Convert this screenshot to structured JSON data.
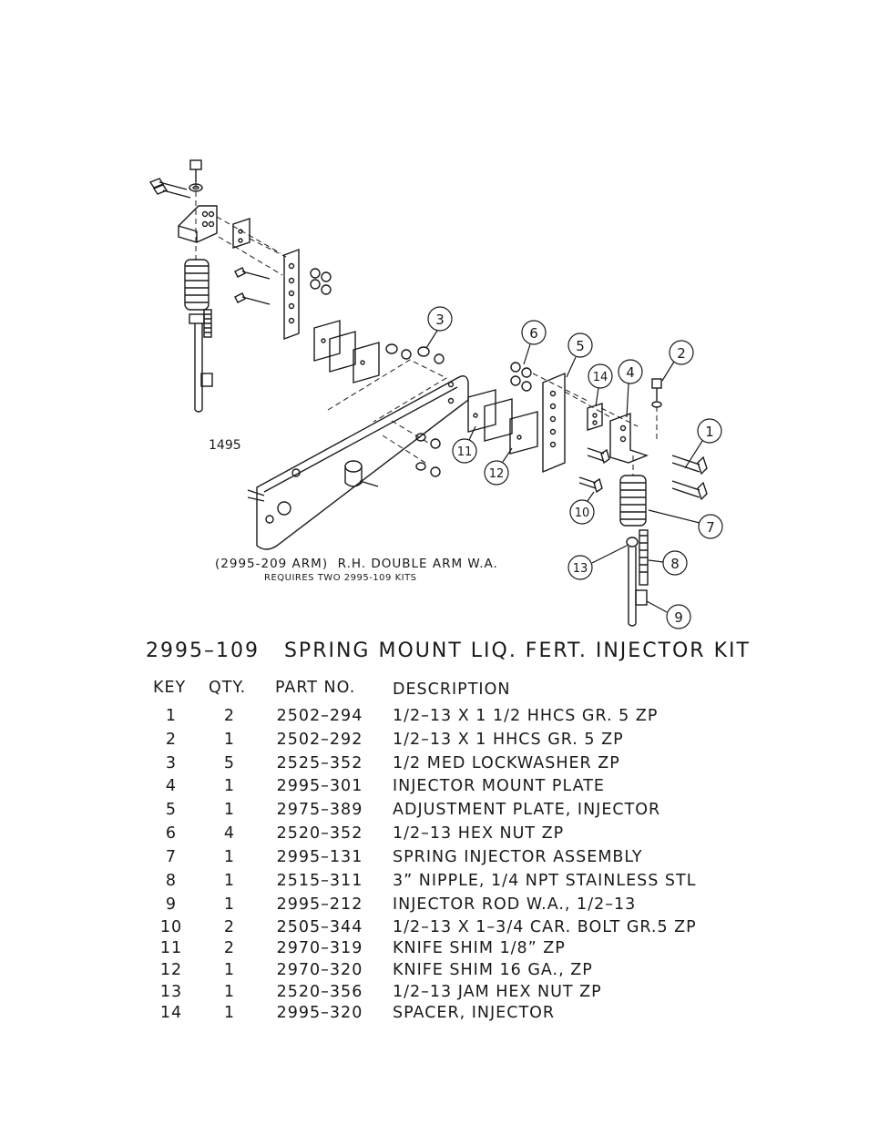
{
  "diagram": {
    "figure_no": "1495",
    "arm_caption": "(2995-209 ARM)  R.H. DOUBLE ARM W.A.",
    "arm_note": "REQUIRES TWO 2995-109 KITS",
    "callouts": [
      "1",
      "2",
      "3",
      "4",
      "5",
      "6",
      "7",
      "8",
      "9",
      "10",
      "11",
      "12",
      "13",
      "14"
    ]
  },
  "kit_title": "2995–109   SPRING MOUNT LIQ. FERT. INJECTOR KIT",
  "table": {
    "headers": {
      "key": "KEY",
      "qty": "QTY.",
      "part": "PART NO.",
      "desc": "DESCRIPTION"
    },
    "rows": [
      {
        "key": "1",
        "qty": "2",
        "part": "2502–294",
        "desc": "1/2–13 X 1 1/2 HHCS GR. 5 ZP"
      },
      {
        "key": "2",
        "qty": "1",
        "part": "2502–292",
        "desc": "1/2–13 X 1 HHCS GR. 5 ZP"
      },
      {
        "key": "3",
        "qty": "5",
        "part": "2525–352",
        "desc": "1/2 MED LOCKWASHER ZP"
      },
      {
        "key": "4",
        "qty": "1",
        "part": "2995–301",
        "desc": "INJECTOR MOUNT PLATE"
      },
      {
        "key": "5",
        "qty": "1",
        "part": "2975–389",
        "desc": "ADJUSTMENT PLATE, INJECTOR"
      },
      {
        "key": "6",
        "qty": "4",
        "part": "2520–352",
        "desc": "1/2–13 HEX NUT ZP"
      },
      {
        "key": "7",
        "qty": "1",
        "part": "2995–131",
        "desc": "SPRING INJECTOR ASSEMBLY"
      },
      {
        "key": "8",
        "qty": "1",
        "part": "2515–311",
        "desc": "3” NIPPLE, 1/4 NPT STAINLESS STL"
      },
      {
        "key": "9",
        "qty": "1",
        "part": "2995–212",
        "desc": "INJECTOR ROD W.A., 1/2–13"
      },
      {
        "key": "10",
        "qty": "2",
        "part": "2505–344",
        "desc": "1/2–13 X 1–3/4 CAR. BOLT GR.5 ZP"
      },
      {
        "key": "11",
        "qty": "2",
        "part": "2970–319",
        "desc": "KNIFE SHIM 1/8” ZP"
      },
      {
        "key": "12",
        "qty": "1",
        "part": "2970–320",
        "desc": "KNIFE SHIM 16 GA., ZP"
      },
      {
        "key": "13",
        "qty": "1",
        "part": "2520–356",
        "desc": "1/2–13 JAM HEX NUT ZP"
      },
      {
        "key": "14",
        "qty": "1",
        "part": "2995–320",
        "desc": "SPACER, INJECTOR"
      }
    ]
  }
}
